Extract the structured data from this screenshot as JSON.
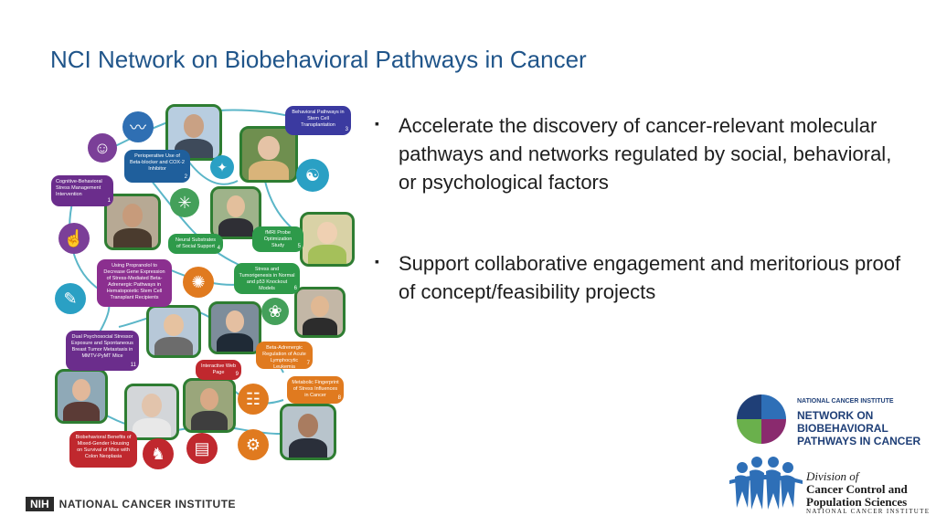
{
  "slide": {
    "title": "NCI Network on Biobehavioral Pathways in Cancer",
    "bullets": [
      "Accelerate the discovery of cancer-relevant molecular pathways and networks regulated by social, behavioral, or psychological factors",
      "Support collaborative engagement and meritorious proof of concept/feasibility projects"
    ],
    "bullet_marker": "▪"
  },
  "collage": {
    "tiles": [
      {
        "text": "Behavioral Pathways in Stem Cell Transplantation",
        "num": "3",
        "color": "#3b3aa0"
      },
      {
        "text": "Perioperative Use of Beta-blocker and COX-2 Inhibitor",
        "num": "2",
        "color": "#1f5f9c"
      },
      {
        "text": "Cognitive-Behavioral Stress Management Intervention",
        "num": "1",
        "color": "#6b2d8c"
      },
      {
        "text": "Neural Substrates of Social Support",
        "num": "4",
        "color": "#2e9a4a"
      },
      {
        "text": "fMRI Probe Optimization Study",
        "num": "5",
        "color": "#2e9a4a"
      },
      {
        "text": "Using Propranolol to Decrease Gene Expression of Stress-Mediated Beta-Adrenergic Pathways in Hematopoietic Stem Cell Transplant Recipients",
        "num": "",
        "color": "#8b2f8f"
      },
      {
        "text": "Stress and Tumorigenesis in Normal and p53 Knockout Models",
        "num": "6",
        "color": "#2e9a4a"
      },
      {
        "text": "Dual Psychosocial Stressor Exposure and Spontaneous Breast Tumor Metastasis in MMTV-PyMT Mice",
        "num": "11",
        "color": "#6b2d8c"
      },
      {
        "text": "Beta-Adrenergic Regulation of Acute Lymphocytic Leukemia",
        "num": "7",
        "color": "#e07a1f"
      },
      {
        "text": "Interactive Web Page",
        "num": "9",
        "color": "#c0282e"
      },
      {
        "text": "Metabolic Fingerprint of Stress Influences in Cancer",
        "num": "8",
        "color": "#e07a1f"
      },
      {
        "text": "Biobehavioral Benefits of Mixed-Gender Housing on Survival of Mice with Colon Neoplasia",
        "num": "",
        "color": "#c0282e"
      }
    ]
  },
  "footer": {
    "nih_badge": "NIH",
    "nih_name": "NATIONAL CANCER INSTITUTE"
  },
  "logo_network": {
    "org": "NATIONAL CANCER INSTITUTE",
    "line1": "NETWORK ON BIOBEHAVIORAL",
    "line2": "PATHWAYS IN CANCER"
  },
  "logo_division": {
    "line1": "Division of",
    "line2": "Cancer Control and",
    "line3": "Population Sciences",
    "line4": "NATIONAL CANCER INSTITUTE"
  },
  "colors": {
    "title": "#20558a",
    "body_text": "#1e1e1e",
    "collage_line": "#5bb6c8"
  },
  "icons": [
    "brain-head-icon",
    "heartbeat-icon",
    "lightbulb-icon",
    "tap-hand-icon",
    "neuron-icon",
    "syringe-icon",
    "cell-icon",
    "dna-icon",
    "people-icon",
    "book-icon",
    "mouse-icon",
    "petri-icon",
    "gears-icon"
  ]
}
